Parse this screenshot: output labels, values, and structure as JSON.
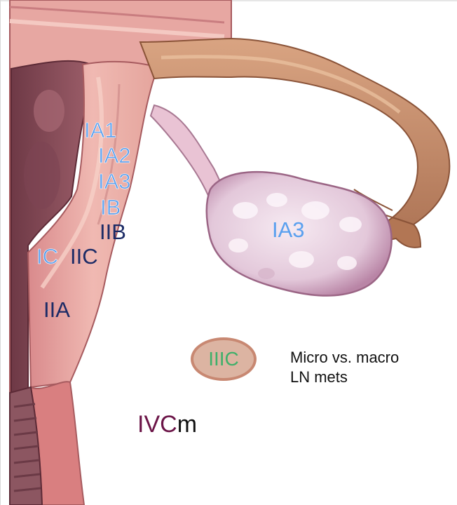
{
  "labels": {
    "ia1": "IA1",
    "ia2": "IA2",
    "ia3_uterus": "IA3",
    "ib": "IB",
    "iib": "IIB",
    "ic": "IC",
    "iic": "IIC",
    "iia": "IIA",
    "ia3_ovary": "IA3",
    "iiic": "IIIC",
    "ivc_prefix": "IVC",
    "ivc_suffix": "m"
  },
  "note": {
    "line1": "Micro vs. macro",
    "line2": "LN mets"
  },
  "colors": {
    "light_label": "#5aa0ef",
    "dark_label": "#1c2b66",
    "lymph_node_label": "#3fb06a",
    "ivc_label": "#6b1447",
    "uterine_wall": "#e9aba6",
    "uterine_cavity": "#8f5160",
    "fallopian_tube": "#c58e6c",
    "ovary": "#e7d2e0"
  }
}
